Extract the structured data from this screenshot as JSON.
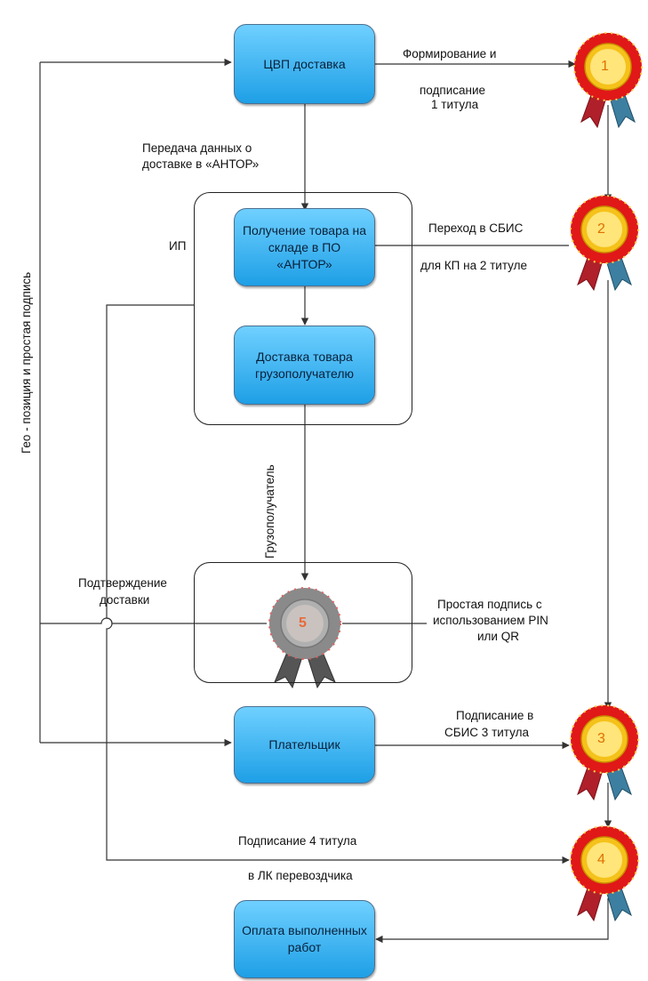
{
  "nodes": {
    "cvp": "ЦВП доставка",
    "receive": "Получение товара на складе в ПО «АНТОР»",
    "deliver": "Доставка товара грузополучателю",
    "payer": "Плательщик",
    "payment": "Оплата выполненных работ"
  },
  "groups": {
    "ip": "ИП"
  },
  "labels": {
    "form1_a": "Формирование и",
    "form1_b": "подписание",
    "form1_c": "1 титула",
    "transfer_a": "Передача данных о",
    "transfer_b": "доставке в «АНТОР»",
    "sbis_a": "Переход в СБИС",
    "sbis_b": "для КП  на 2 титуле",
    "consignee": "Грузополучатель",
    "confirm_a": "Подтверждение",
    "confirm_b": "доставки",
    "simple_a": "Простая подпись с",
    "simple_b": "использованием PIN",
    "simple_c": "или QR",
    "sign3_a": "Подписание в",
    "sign3_b": "СБИС 3 титула",
    "sign4_a": "Подписание 4 титула",
    "sign4_b": "в ЛК перевоздчика",
    "geo": "Гео - позиция и простая подпись"
  },
  "badges": [
    "1",
    "2",
    "3",
    "4",
    "5"
  ],
  "colors": {
    "node_top": "#6fd0ff",
    "node_bottom": "#1e9fe6",
    "badge_red": "#e01818",
    "badge_gold": "#f5c21a",
    "badge_gray": "#8a8a8a",
    "ribbon_red": "#b0202a",
    "ribbon_blue": "#3d7fa0"
  }
}
